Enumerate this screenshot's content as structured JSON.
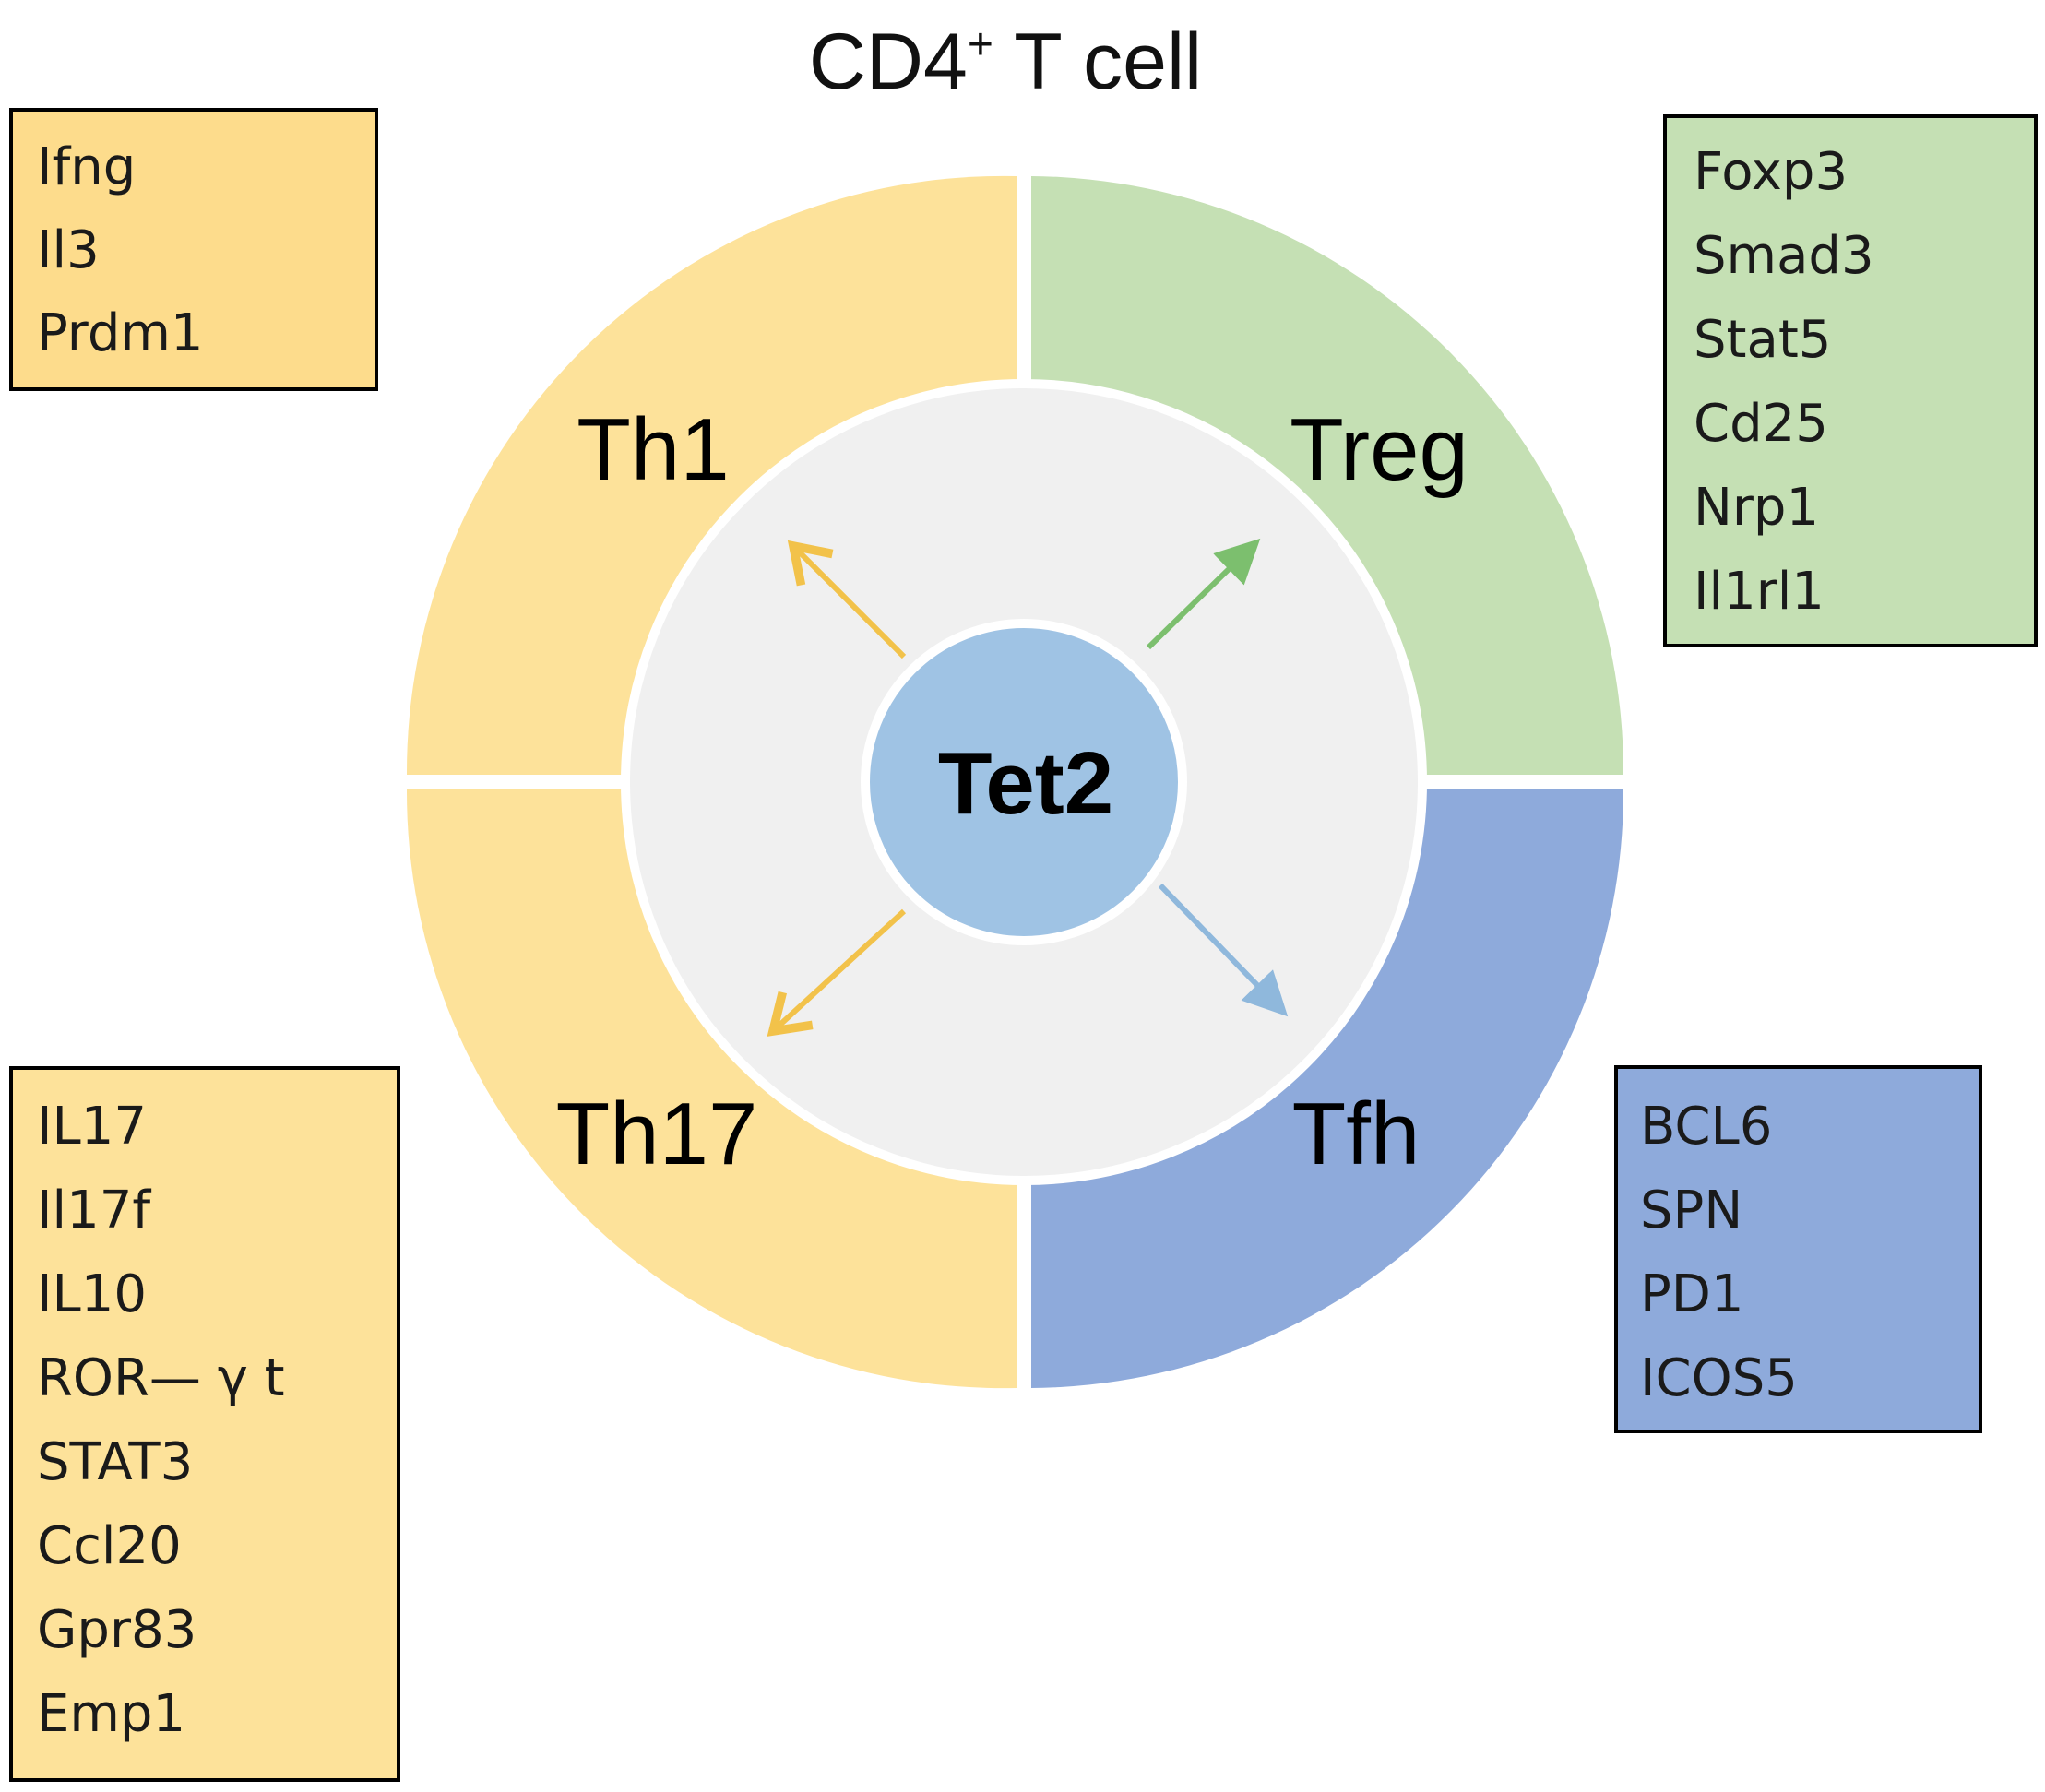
{
  "title": {
    "main": "CD4",
    "sup": "+",
    "rest": " T cell"
  },
  "center": {
    "label": "Tet2",
    "color": "#9fc3e4"
  },
  "inner_ring_color": "#f0f0f0",
  "subsets": {
    "th1": {
      "label": "Th1",
      "color": "#fde29a"
    },
    "treg": {
      "label": "Treg",
      "color": "#c5e0b4"
    },
    "th17": {
      "label": "Th17",
      "color": "#fde29a"
    },
    "tfh": {
      "label": "Tfh",
      "color": "#8eaadb"
    }
  },
  "arrow_colors": {
    "th1": "#f2c24a",
    "treg": "#7cbf6e",
    "th17": "#f2c24a",
    "tfh": "#8fb8dc"
  },
  "gene_boxes": {
    "th1": {
      "color": "#fddc8c",
      "genes": [
        "Ifng",
        "Il3",
        "Prdm1"
      ]
    },
    "treg": {
      "color": "#c5e0b4",
      "genes": [
        "Foxp3",
        "Smad3",
        "Stat5",
        "Cd25",
        "Nrp1",
        "Il1rl1"
      ]
    },
    "th17": {
      "color": "#fde29a",
      "genes": [
        "IL17",
        "Il17f",
        "IL10",
        "ROR— γ t",
        "STAT3",
        "Ccl20",
        "Gpr83",
        "Emp1"
      ]
    },
    "tfh": {
      "color": "#8eaadb",
      "genes": [
        "BCL6",
        "SPN",
        "PD1",
        "ICOS5"
      ]
    }
  }
}
